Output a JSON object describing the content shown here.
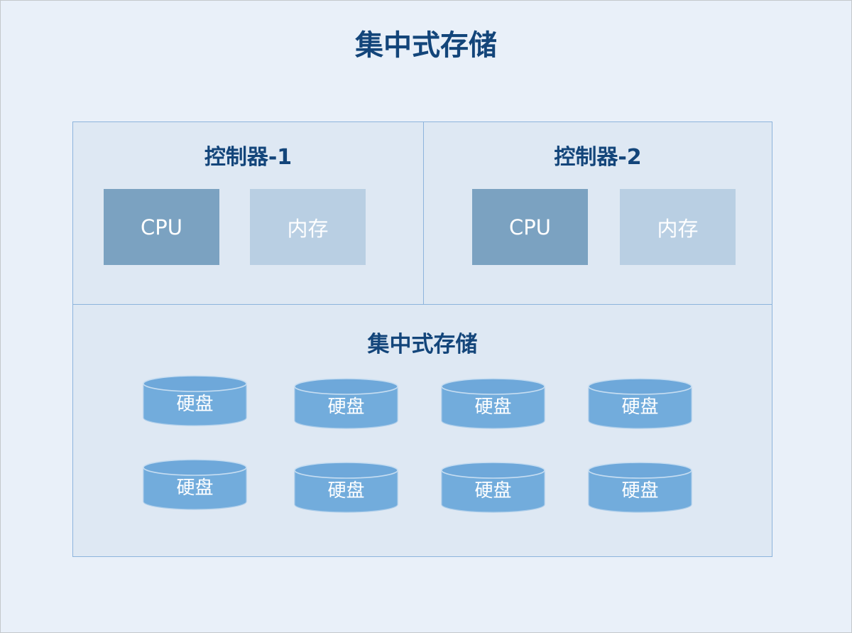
{
  "title": "集中式存储",
  "controllers": [
    {
      "title": "控制器-1",
      "cpu_label": "CPU",
      "mem_label": "内存"
    },
    {
      "title": "控制器-2",
      "cpu_label": "CPU",
      "mem_label": "内存"
    }
  ],
  "storage": {
    "title": "集中式存储",
    "disks": [
      "硬盘",
      "硬盘",
      "硬盘",
      "硬盘",
      "硬盘",
      "硬盘",
      "硬盘",
      "硬盘"
    ]
  },
  "colors": {
    "background": "#e9f0f9",
    "panel": "#dee8f3",
    "panel_border": "#8db4dc",
    "title_text": "#13457a",
    "cpu_fill": "#7ba2c1",
    "memory_fill": "#b9cfe3",
    "disk_fill": "#72acdc",
    "disk_top": "#6ea8da"
  }
}
